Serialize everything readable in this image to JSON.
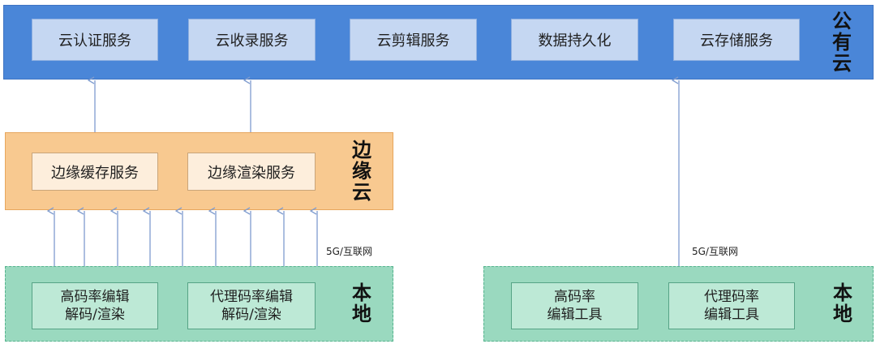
{
  "public_cloud": {
    "label_chars": [
      "公",
      "有",
      "云"
    ],
    "services": [
      "云认证服务",
      "云收录服务",
      "云剪辑服务",
      "数据持久化",
      "云存储服务"
    ]
  },
  "edge_cloud": {
    "label_chars": [
      "边",
      "缘",
      "云"
    ],
    "services": [
      "边缘缓存服务",
      "边缘渲染服务"
    ]
  },
  "local_left": {
    "label_chars": [
      "本",
      "地"
    ],
    "boxes": [
      {
        "line1": "高码率编辑",
        "line2": "解码/渲染"
      },
      {
        "line1": "代理码率编辑",
        "line2": "解码/渲染"
      }
    ],
    "network_label": "5G/互联网"
  },
  "local_right": {
    "label_chars": [
      "本",
      "地"
    ],
    "boxes": [
      {
        "line1": "高码率",
        "line2": "编辑工具"
      },
      {
        "line1": "代理码率",
        "line2": "编辑工具"
      }
    ],
    "network_label": "5G/互联网"
  },
  "colors": {
    "public_cloud": "#4a86d8",
    "edge_cloud": "#f8c990",
    "local": "#9ad9bf",
    "arrow": "#7f9ccf"
  }
}
